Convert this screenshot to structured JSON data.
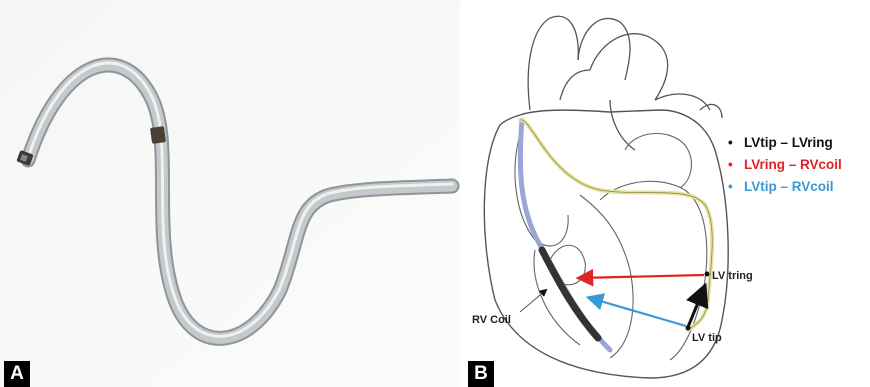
{
  "panels": {
    "a": {
      "tag": "A"
    },
    "b": {
      "tag": "B"
    }
  },
  "legend": [
    {
      "bullet": "•",
      "text": "LVtip – LVring",
      "color": "#111111"
    },
    {
      "bullet": "•",
      "text": "LVring – RVcoil",
      "color": "#e02424"
    },
    {
      "bullet": "•",
      "text": "LVtip – RVcoil",
      "color": "#3a98d6"
    }
  ],
  "labels": {
    "lv_tring": "LV tring",
    "rv_coil": "RV Coil",
    "lv_tip": "LV tip"
  },
  "colors": {
    "lead_body": "#b9bec2",
    "lead_band": "#4a4038",
    "rv_lead": "#9aa6d6",
    "lv_lead": "#e8e2a0",
    "arrow_black": "#111111",
    "arrow_red": "#e02424",
    "arrow_blue": "#3a98d6"
  }
}
